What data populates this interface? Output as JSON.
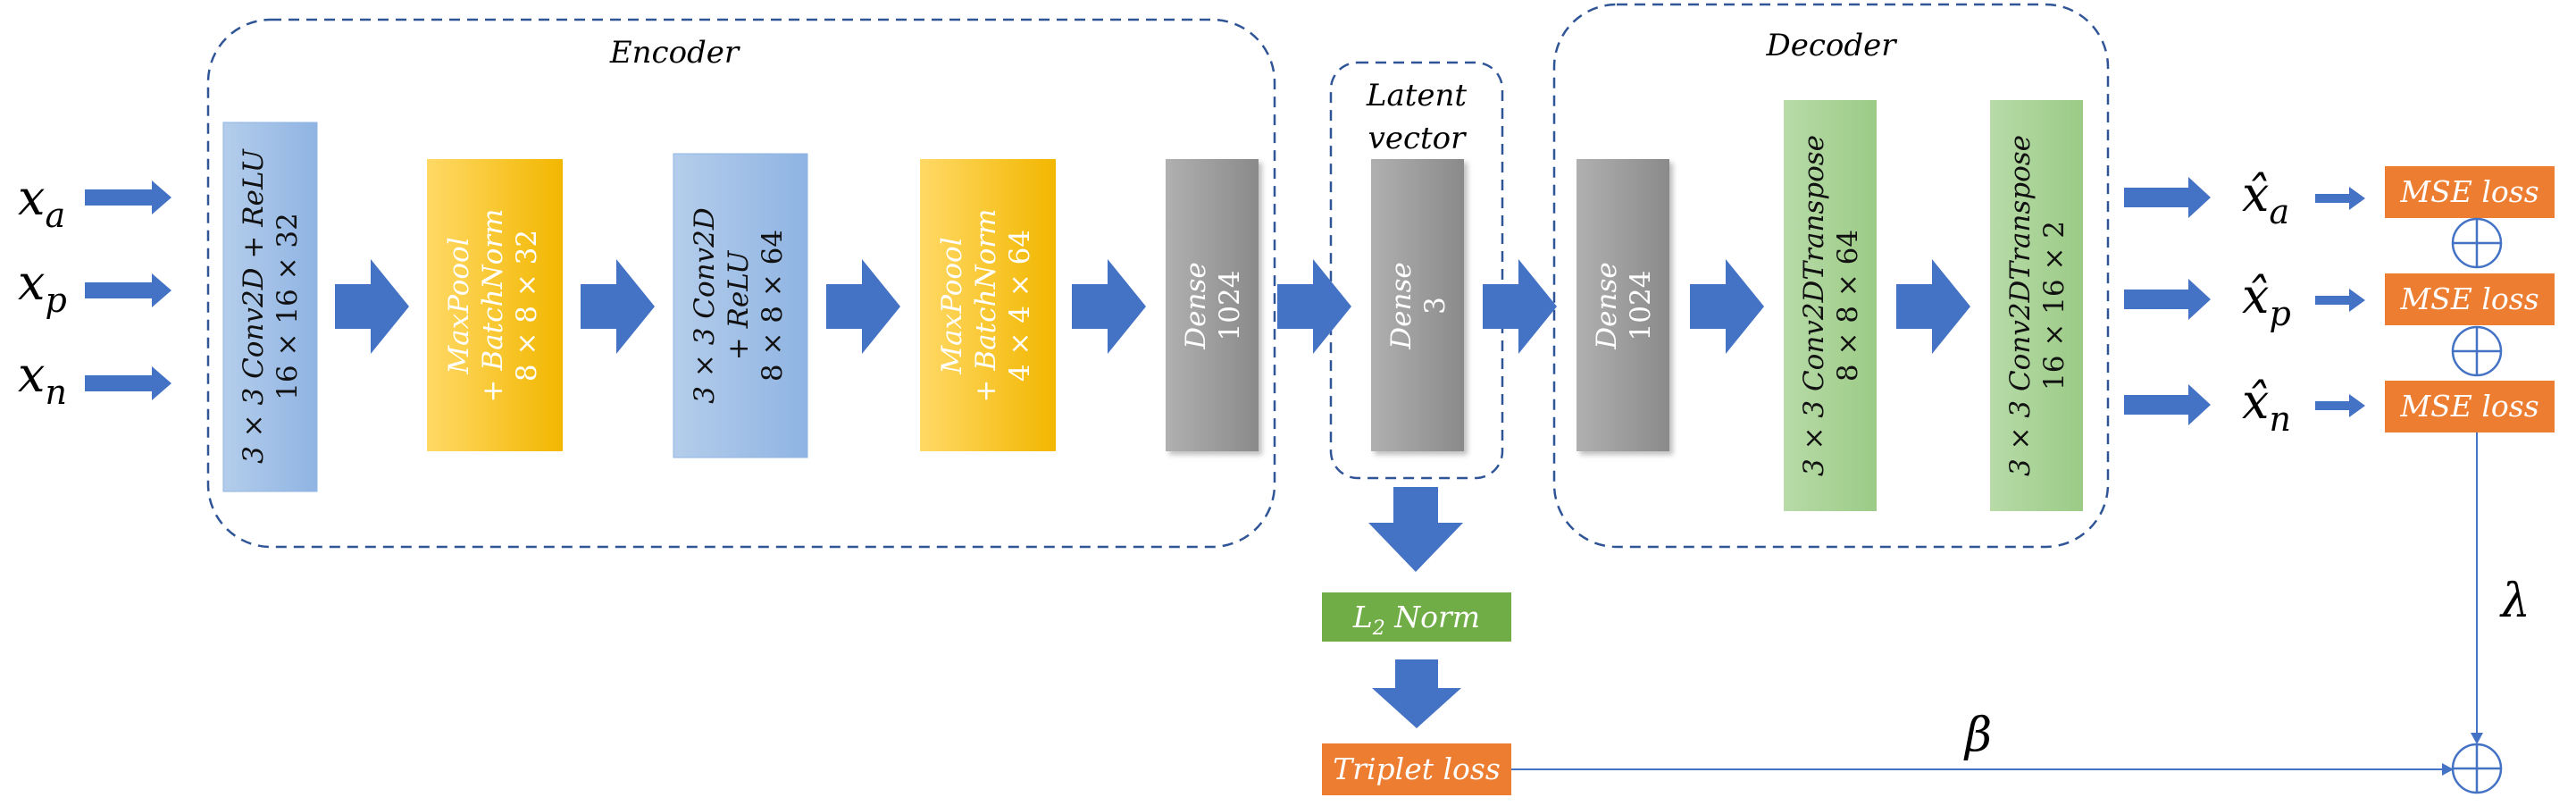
{
  "groups": {
    "encoder": "Encoder",
    "latent_line1": "Latent",
    "latent_line2": "vector",
    "decoder": "Decoder"
  },
  "inputs": {
    "a": {
      "base": "x",
      "sub": "a"
    },
    "p": {
      "base": "x",
      "sub": "p"
    },
    "n": {
      "base": "x",
      "sub": "n"
    }
  },
  "outputs": {
    "a": {
      "base": "x̂",
      "sub": "a"
    },
    "p": {
      "base": "x̂",
      "sub": "p"
    },
    "n": {
      "base": "x̂",
      "sub": "n"
    }
  },
  "blocks": {
    "conv1": {
      "line1": "3 × 3 Conv2D + ReLU",
      "line2": "16 × 16 × 32"
    },
    "pool1": {
      "line1": "MaxPoool",
      "line2": "+ BatchNorm",
      "line3": "8 × 8 × 32"
    },
    "conv2": {
      "line1": "3 × 3 Conv2D",
      "line2": "+ ReLU",
      "line3": "8 × 8 × 64"
    },
    "pool2": {
      "line1": "MaxPoool",
      "line2": "+ BatchNorm",
      "line3": "4 × 4 × 64"
    },
    "dense_enc": {
      "line1": "Dense",
      "line2": "1024"
    },
    "dense_latent": {
      "line1": "Dense",
      "line2": "3"
    },
    "dense_dec": {
      "line1": "Dense",
      "line2": "1024"
    },
    "deconv1": {
      "line1": "3 × 3 Conv2DTranspose",
      "line2": "8 × 8 × 64"
    },
    "deconv2": {
      "line1": "3 × 3 Conv2DTranspose",
      "line2": "16 × 16 × 2"
    }
  },
  "l2norm": {
    "base": "L",
    "sub": "2",
    "rest": " Norm"
  },
  "triplet_loss": "Triplet loss",
  "mse_loss": [
    "MSE loss",
    "MSE loss",
    "MSE loss"
  ],
  "weights": {
    "lambda": "λ",
    "beta": "β"
  },
  "colors": {
    "arrow": "#4472C4",
    "dash": "#2F5597",
    "blue_top": "#B4CDEB",
    "blue_bottom": "#8FB4E3",
    "yellow_top": "#FFD966",
    "yellow_bottom": "#F2B700",
    "gray_top": "#B0B0B0",
    "gray_bottom": "#8A8A8A",
    "green_top": "#B8DBA8",
    "green_bottom": "#9BCB86",
    "l2_green": "#70AD47",
    "orange": "#ED7D31"
  }
}
